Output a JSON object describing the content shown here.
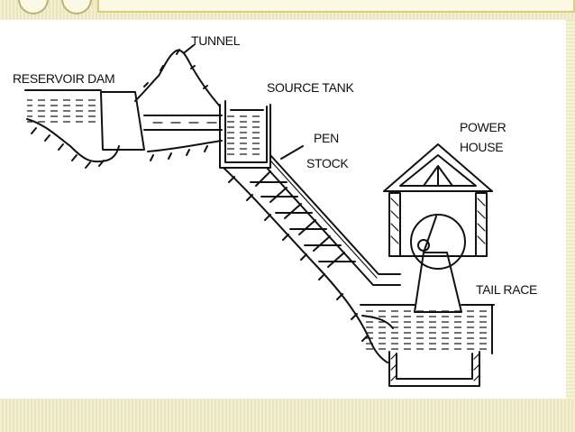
{
  "labels": {
    "tunnel": "TUNNEL",
    "reservoir_dam": "RESERVOIR DAM",
    "source_tank": "SOURCE TANK",
    "pen": "PEN",
    "stock": "STOCK",
    "power": "POWER",
    "house": "HOUSE",
    "tail_race": "TAIL RACE"
  },
  "colors": {
    "ink": "#111111",
    "frame": "#d8cf7c",
    "band": "#efeac6"
  }
}
